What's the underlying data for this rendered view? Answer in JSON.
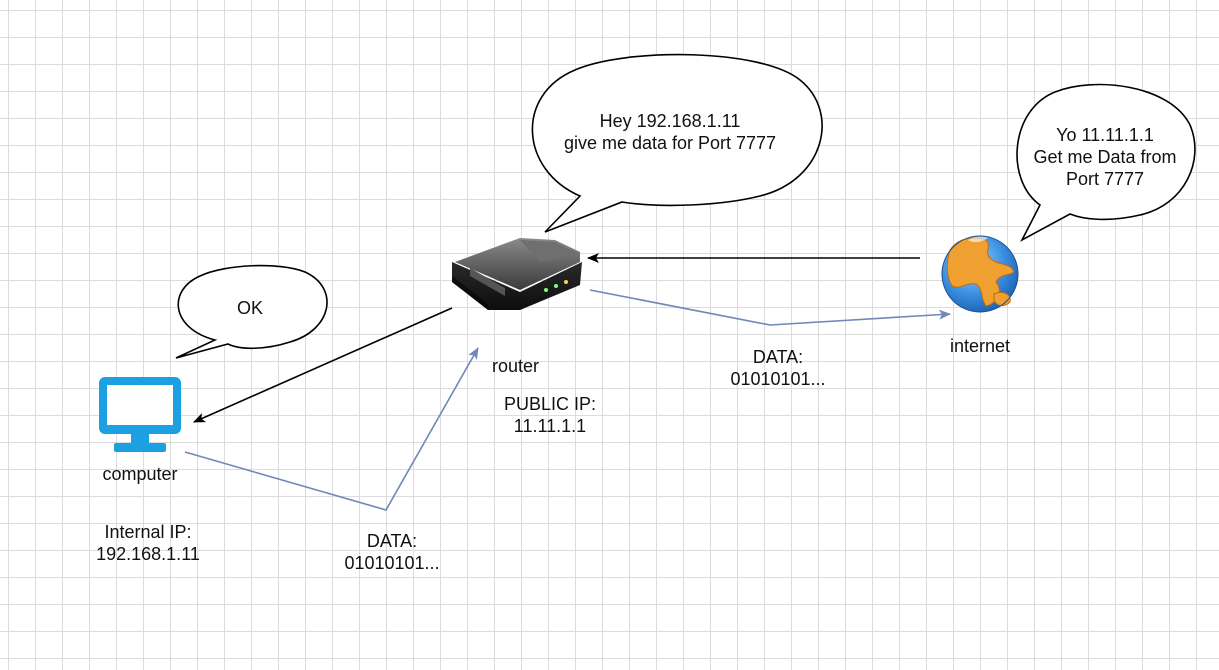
{
  "nodes": {
    "computer": {
      "label": "computer",
      "info_line1": "Internal IP:",
      "info_line2": "192.168.1.11",
      "icon": "monitor-icon",
      "color": "#1ba1e2"
    },
    "router": {
      "label": "router",
      "info_line1": "PUBLIC IP:",
      "info_line2": "11.11.1.1",
      "icon": "router-icon"
    },
    "internet": {
      "label": "internet",
      "icon": "globe-icon"
    }
  },
  "bubbles": {
    "computer": {
      "text": "OK"
    },
    "router": {
      "line1": "Hey 192.168.1.11",
      "line2": "give me data for Port 7777"
    },
    "internet": {
      "line1": "Yo 11.11.1.1",
      "line2": "Get me Data from",
      "line3": "Port 7777"
    }
  },
  "edges": {
    "computer_to_router": {
      "line1": "DATA:",
      "line2": "01010101..."
    },
    "router_to_internet": {
      "line1": "DATA:",
      "line2": "01010101..."
    }
  },
  "colors": {
    "request_arrow": "#000000",
    "data_arrow": "#7088b8"
  }
}
